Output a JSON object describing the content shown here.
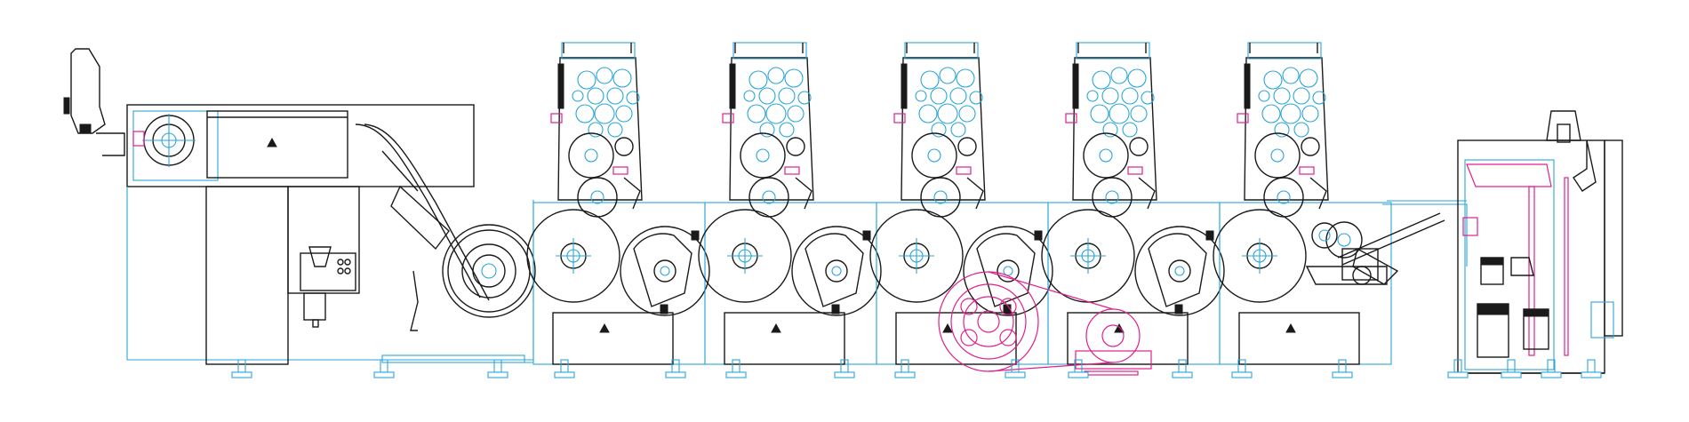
{
  "diagram": {
    "colors": {
      "outline": "#1a1a1a",
      "frame": "#2aa6d8",
      "drive": "#e0208c",
      "background": "#ffffff"
    },
    "print_units": [
      "unit-1",
      "unit-2",
      "unit-3",
      "unit-4",
      "unit-5"
    ],
    "icons": [
      "warning-triangle-icon"
    ]
  }
}
